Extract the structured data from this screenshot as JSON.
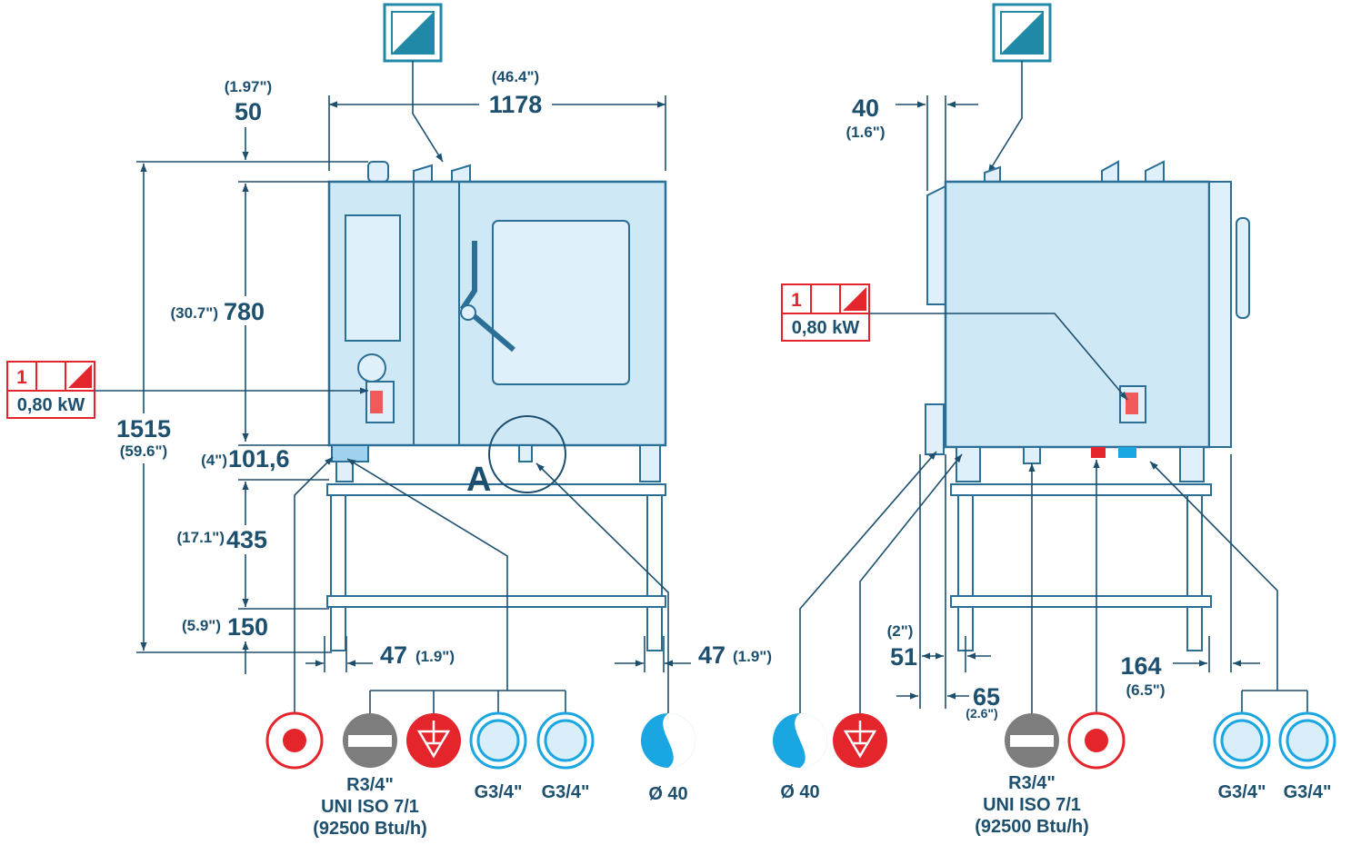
{
  "colors": {
    "line": "#1d4f6e",
    "body": "#cfe8f6",
    "outline": "#2b6f96",
    "electric_red": "#e4262c",
    "water_blue": "#1aa6e0",
    "gas_grey": "#7d7d7d",
    "header_teal": "#2089a8"
  },
  "front": {
    "width_in": "(46.4\")",
    "width_mm": "1178",
    "top_in": "(1.97\")",
    "top_mm": "50",
    "height_in": "(30.7\")",
    "height_mm": "780",
    "total_mm": "1515",
    "total_in": "(59.6\")",
    "base_in": "(4\")",
    "base_mm": "101,6",
    "leg_in": "(17.1\")",
    "leg_mm": "435",
    "foot_in": "(5.9\")",
    "foot_mm": "150",
    "left_off_mm": "47",
    "left_off_in": "(1.9\")",
    "right_off_mm": "47",
    "right_off_in": "(1.9\")",
    "detail_letter": "A",
    "badge": {
      "phase": "1",
      "power": "0,80 kW"
    },
    "connections": [
      {
        "icon": "electric-icon"
      },
      {
        "icon": "gas-icon",
        "label": "R3/4\"",
        "label2": "UNI ISO 7/1",
        "label3": "(92500 Btu/h)"
      },
      {
        "icon": "earth-icon"
      },
      {
        "icon": "water-icon",
        "label": "G3/4\""
      },
      {
        "icon": "water-icon",
        "label": "G3/4\""
      },
      {
        "icon": "drain-icon",
        "label": "Ø 40"
      }
    ]
  },
  "side": {
    "top_mm": "40",
    "top_in": "(1.6\")",
    "d1_in": "(2\")",
    "d1_mm": "51",
    "d2_mm": "65",
    "d2_in": "(2.6\")",
    "d3_mm": "164",
    "d3_in": "(6.5\")",
    "badge": {
      "phase": "1",
      "power": "0,80 kW"
    },
    "connections": [
      {
        "icon": "drain-icon",
        "label": "Ø 40"
      },
      {
        "icon": "earth-icon"
      },
      {
        "icon": "gas-icon",
        "label": "R3/4\"",
        "label2": "UNI ISO 7/1",
        "label3": "(92500 Btu/h)"
      },
      {
        "icon": "electric-icon"
      },
      {
        "icon": "water-icon",
        "label": "G3/4\""
      },
      {
        "icon": "water-icon",
        "label": "G3/4\""
      }
    ]
  }
}
